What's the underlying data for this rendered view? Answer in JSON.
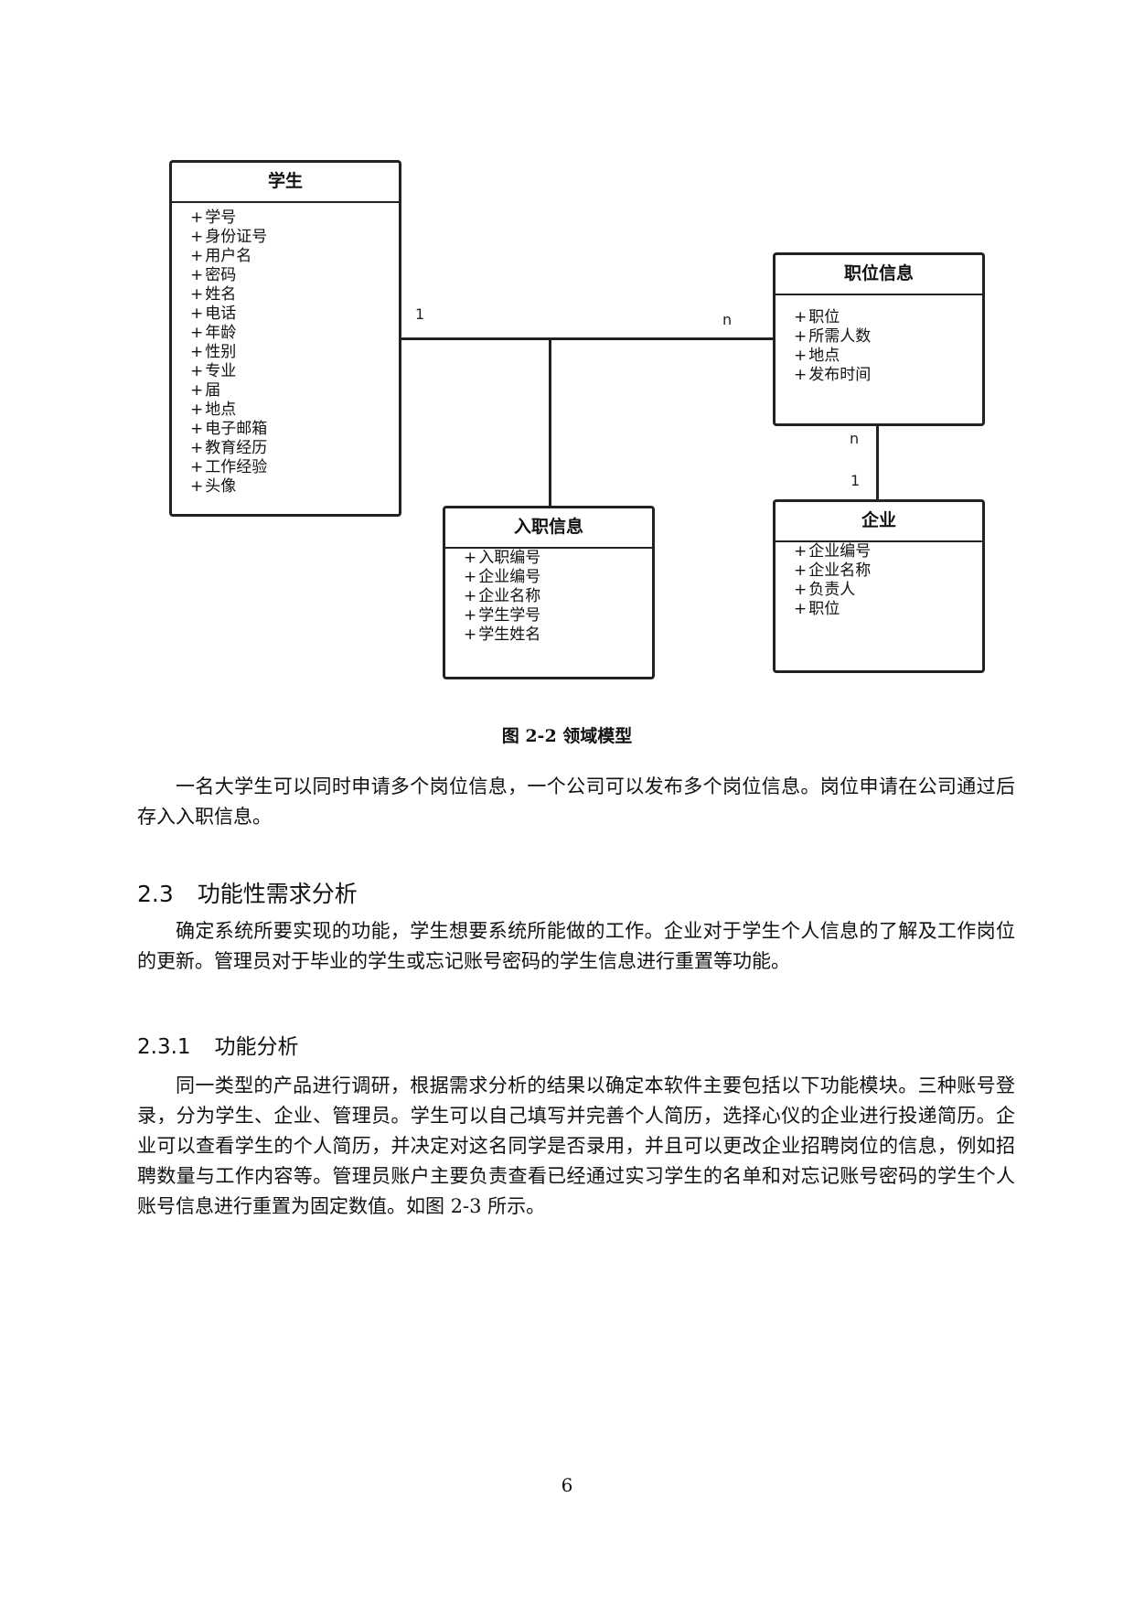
{
  "diagram": {
    "student": {
      "title": "学生",
      "attrs": [
        "学号",
        "身份证号",
        "用户名",
        "密码",
        "姓名",
        "电话",
        "年龄",
        "性别",
        "专业",
        "届",
        "地点",
        "电子邮箱",
        "教育经历",
        "工作经验",
        "头像"
      ]
    },
    "position": {
      "title": "职位信息",
      "attrs": [
        "职位",
        "所需人数",
        "地点",
        "发布时间"
      ]
    },
    "onboarding": {
      "title": "入职信息",
      "attrs": [
        "入职编号",
        "企业编号",
        "企业名称",
        "学生学号",
        "学生姓名"
      ]
    },
    "company": {
      "title": "企业",
      "attrs": [
        "企业编号",
        "企业名称",
        "负责人",
        "职位"
      ]
    },
    "multiplicities": {
      "student_side": "1",
      "position_left": "n",
      "position_bottom": "n",
      "company_top": "1"
    },
    "caption": "图 2-2  领域模型"
  },
  "paragraphs": {
    "p1": "一名大学生可以同时申请多个岗位信息，一个公司可以发布多个岗位信息。岗位申请在公司通过后存入入职信息。",
    "p2": "确定系统所要实现的功能，学生想要系统所能做的工作。企业对于学生个人信息的了解及工作岗位的更新。管理员对于毕业的学生或忘记账号密码的学生信息进行重置等功能。",
    "p3": "同一类型的产品进行调研，根据需求分析的结果以确定本软件主要包括以下功能模块。三种账号登录，分为学生、企业、管理员。学生可以自己填写并完善个人简历，选择心仪的企业进行投递简历。企业可以查看学生的个人简历，并决定对这名同学是否录用，并且可以更改企业招聘岗位的信息，例如招聘数量与工作内容等。管理员账户主要负责查看已经通过实习学生的名单和对忘记账号密码的学生个人账号信息进行重置为固定数值。如图 2-3 所示。"
  },
  "headings": {
    "h23_num": "2.3",
    "h23_title": "功能性需求分析",
    "h231_num": "2.3.1",
    "h231_title": "功能分析"
  },
  "page_number": "6"
}
